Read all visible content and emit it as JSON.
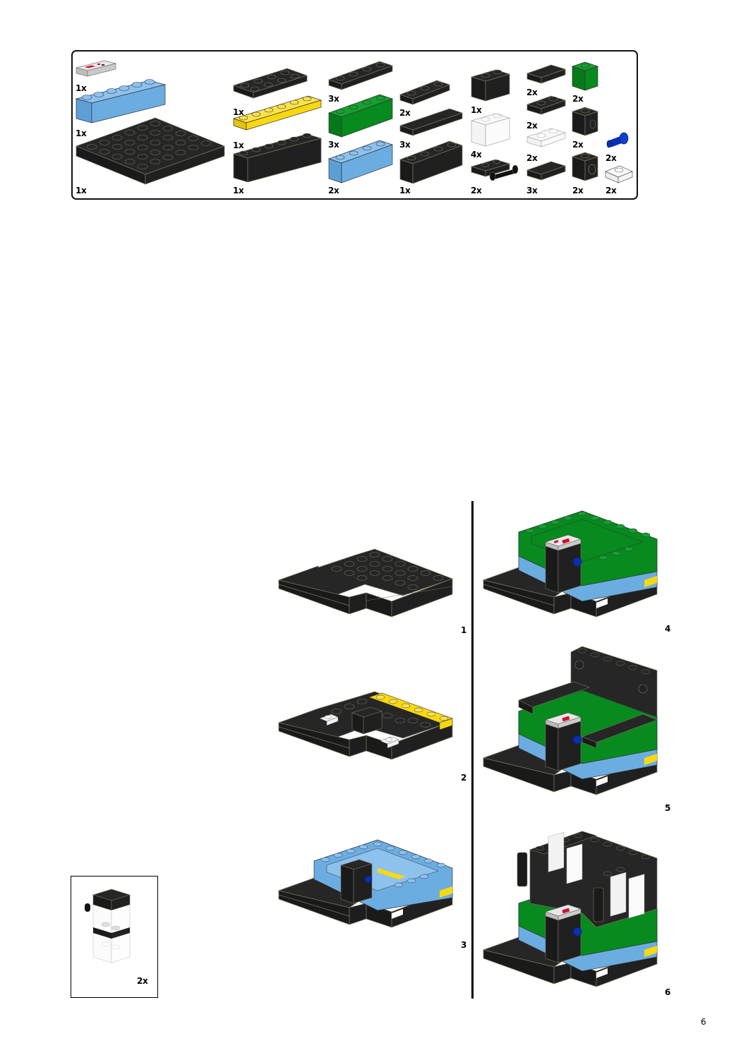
{
  "page": {
    "number": "6"
  },
  "colors": {
    "black_brick": "#1e1e1e",
    "black_edge": "#7a7560",
    "light_blue": "#6cade1",
    "green": "#078a1e",
    "yellow": "#f8d90f",
    "blue_pin": "#0a2fb0",
    "white": "#ffffff",
    "trans_clear": "#f4f4f4",
    "grey_tile": "#d8d8d8",
    "red_print": "#d0102a"
  },
  "parts_list": {
    "items": [
      {
        "id": "tile-1x2-printed",
        "color": "light-grey",
        "qty": "1x"
      },
      {
        "id": "brick-1x6",
        "color": "light-blue",
        "qty": "1x"
      },
      {
        "id": "plate-6x6",
        "color": "black",
        "qty": "1x"
      },
      {
        "id": "plate-2x4",
        "color": "black",
        "qty": "1x"
      },
      {
        "id": "plate-1x6",
        "color": "yellow",
        "qty": "1x"
      },
      {
        "id": "brick-1x6",
        "color": "black",
        "qty": "1x"
      },
      {
        "id": "plate-1x4",
        "color": "black",
        "qty": "3x"
      },
      {
        "id": "brick-1x4",
        "color": "green",
        "qty": "3x"
      },
      {
        "id": "brick-1x4",
        "color": "light-blue",
        "qty": "2x"
      },
      {
        "id": "plate-1x3",
        "color": "black",
        "qty": "2x"
      },
      {
        "id": "tile-1x4",
        "color": "black",
        "qty": "3x"
      },
      {
        "id": "brick-1x4",
        "color": "black",
        "qty": "1x"
      },
      {
        "id": "brick-1x2",
        "color": "black",
        "qty": "1x"
      },
      {
        "id": "brick-1x2",
        "color": "trans-clear",
        "qty": "4x"
      },
      {
        "id": "plate-1x2-handles",
        "color": "black",
        "qty": "2x"
      },
      {
        "id": "tile-1x2",
        "color": "black",
        "qty": "2x"
      },
      {
        "id": "plate-1x2",
        "color": "black",
        "qty": "2x"
      },
      {
        "id": "plate-1x2-rail",
        "color": "trans-clear",
        "qty": "2x"
      },
      {
        "id": "tile-1x2",
        "color": "black",
        "qty": "3x"
      },
      {
        "id": "brick-1x1",
        "color": "green",
        "qty": "2x"
      },
      {
        "id": "brick-1x1-stud-side",
        "color": "black",
        "qty": "2x"
      },
      {
        "id": "brick-1x1-hole",
        "color": "black",
        "qty": "2x"
      },
      {
        "id": "technic-pin-half",
        "color": "blue",
        "qty": "2x"
      },
      {
        "id": "plate-1x1",
        "color": "white",
        "qty": "2x"
      }
    ]
  },
  "steps": [
    {
      "number": "1"
    },
    {
      "number": "2"
    },
    {
      "number": "3"
    },
    {
      "number": "4"
    },
    {
      "number": "5"
    },
    {
      "number": "6"
    }
  ],
  "subassembly": {
    "qty": "2x"
  }
}
